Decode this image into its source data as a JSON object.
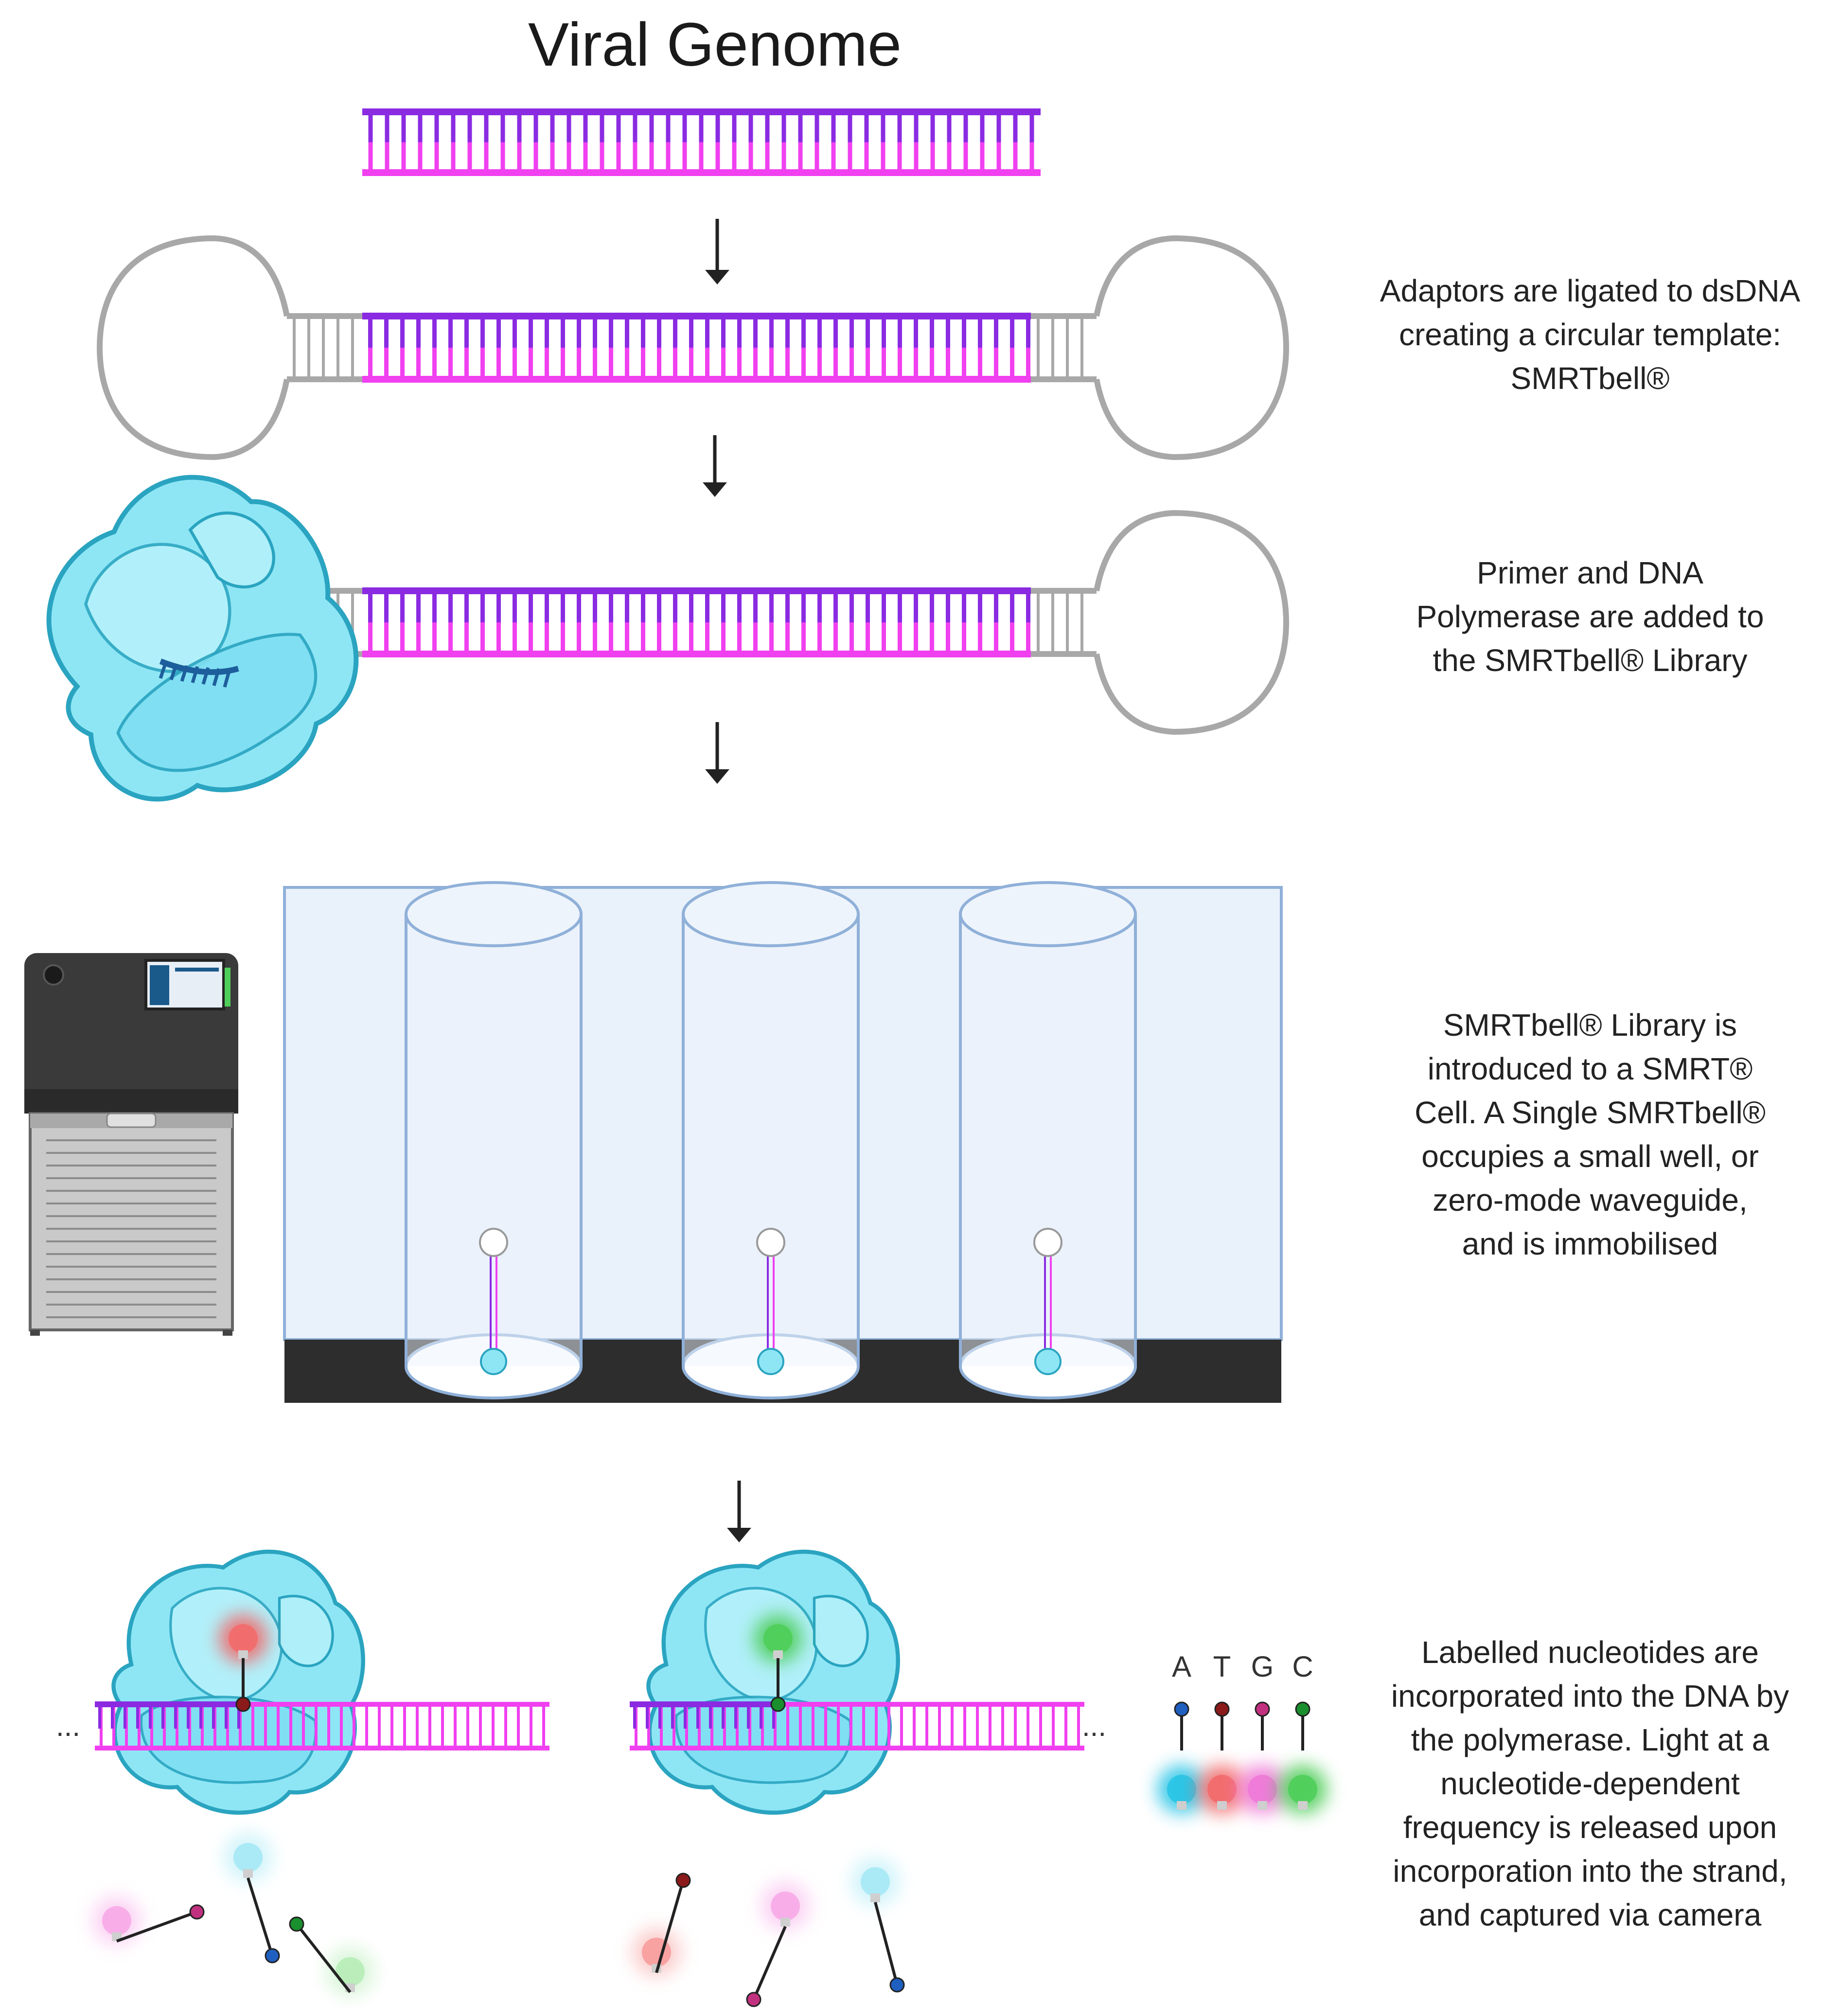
{
  "title": "Viral Genome",
  "steps": [
    {
      "lines": [
        "Adaptors are ligated to dsDNA",
        "creating a circular template:",
        "SMRTbell®"
      ]
    },
    {
      "lines": [
        "Primer and DNA",
        "Polymerase are added to",
        "the SMRTbell® Library"
      ]
    },
    {
      "lines": [
        "SMRTbell® Library is",
        "introduced to a SMRT®",
        "Cell. A Single SMRTbell®",
        "occupies a small well, or",
        "zero-mode waveguide,",
        "and is immobilised"
      ]
    },
    {
      "lines": [
        "Labelled nucleotides are",
        "incorporated into the DNA by",
        "the polymerase. Light at a",
        "nucleotide-dependent",
        "frequency is released upon",
        "incorporation into the strand,",
        "and captured via camera"
      ]
    }
  ],
  "nucleotides": [
    {
      "letter": "A",
      "color": "#29c4e6",
      "dot": "#1f5fbf"
    },
    {
      "letter": "T",
      "color": "#f26b6b",
      "dot": "#8b1a1a"
    },
    {
      "letter": "G",
      "color": "#f07ad8",
      "dot": "#c2317f"
    },
    {
      "letter": "C",
      "color": "#4fce5a",
      "dot": "#1a8f2e"
    }
  ],
  "ellipsis": "...",
  "colors": {
    "strand_top": "#8a2be2",
    "strand_bottom": "#f040f0",
    "adaptor": "#a8a8a8",
    "polymerase": "#8ee6f5",
    "polymerase_stroke": "#2aa4c0",
    "cell_fill": "#e9f1fb",
    "cell_stroke": "#8fb0d8",
    "substrate": "#2d2d2d"
  }
}
